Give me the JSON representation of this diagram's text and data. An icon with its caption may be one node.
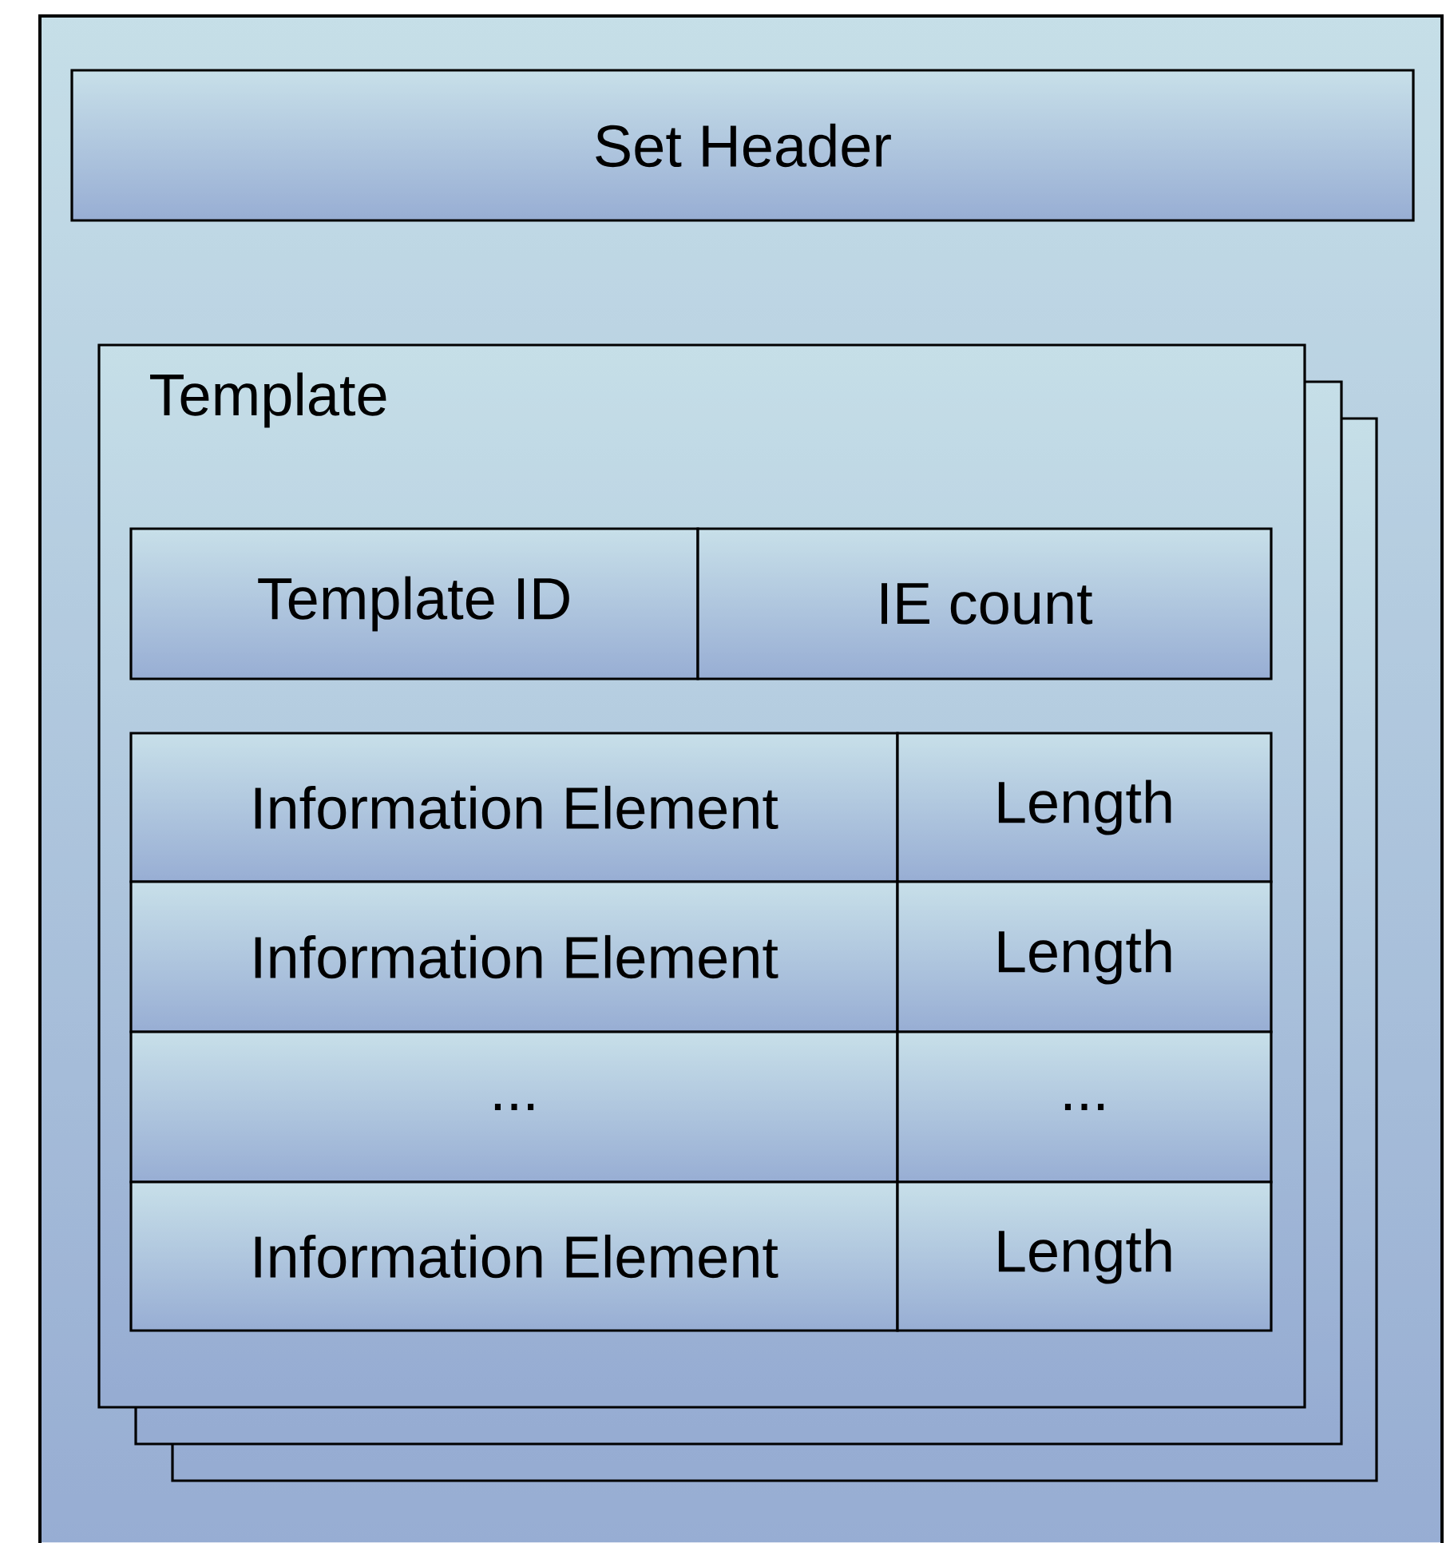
{
  "diagram": {
    "nodes": [
      {
        "text": [],
        "shape": "box"
      },
      {
        "text": [
          "Set Header"
        ],
        "in": 0
      },
      {
        "text": [
          "Template"
        ],
        "in": 0
      },
      {
        "text": [
          "Template ID"
        ],
        "in": 2
      },
      {
        "text": [
          "IE count"
        ],
        "in": 2
      },
      {
        "text": [
          "Information Element"
        ],
        "in": 2
      },
      {
        "text": [
          "Length"
        ],
        "in": 2
      },
      {
        "text": [
          "Information Element"
        ],
        "in": 2
      },
      {
        "text": [
          "Length"
        ],
        "in": 2
      },
      {
        "text": [
          "..."
        ],
        "in": 2
      },
      {
        "text": [
          "..."
        ],
        "in": 2
      },
      {
        "text": [
          "Information Element"
        ],
        "in": 2
      },
      {
        "text": [
          "Length"
        ],
        "in": 2
      }
    ]
  }
}
